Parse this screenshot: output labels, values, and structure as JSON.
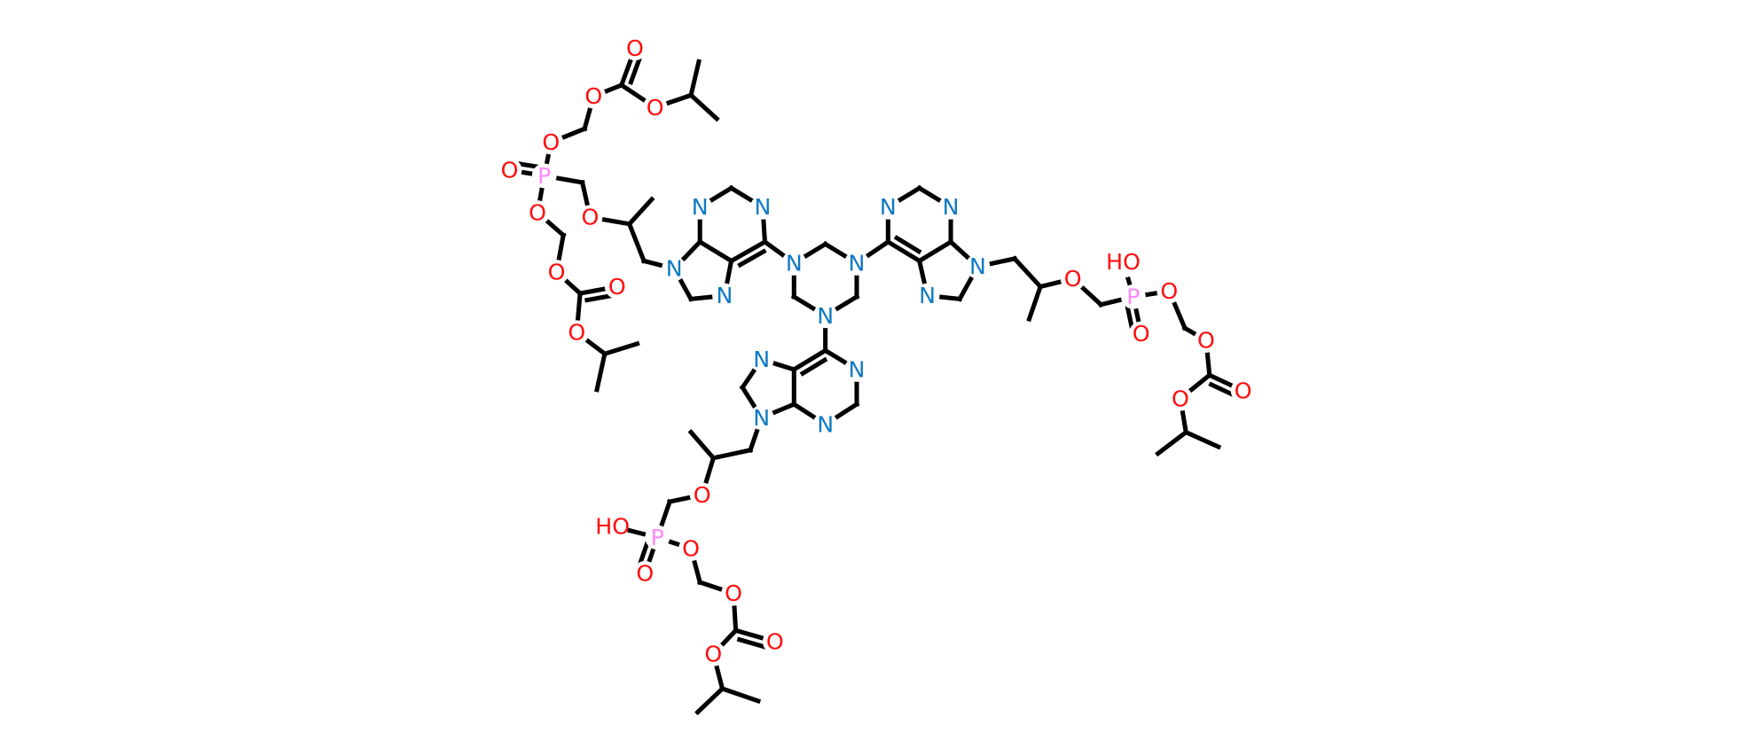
{
  "labels": {
    "N": "N",
    "O": "O",
    "P": "P",
    "HO": "HO"
  },
  "colors": {
    "N": "#0d7ac4",
    "O": "#ff0d0d",
    "P": "#ff88ff",
    "HO": "#ff0d0d",
    "bond": "#000000"
  }
}
